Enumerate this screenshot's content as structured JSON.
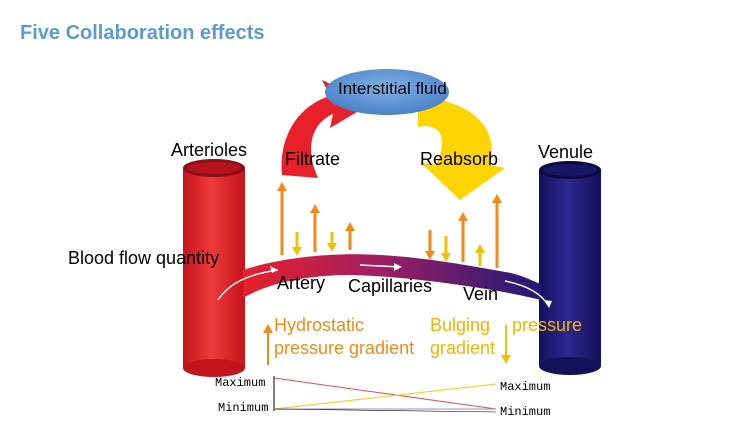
{
  "title": "Five Collaboration effects",
  "labels": {
    "interstitial_fluid": "Interstitial fluid",
    "arterioles": "Arterioles",
    "venule": "Venule",
    "filtrate": "Filtrate",
    "reabsorb": "Reabsorb",
    "blood_flow_quantity": "Blood flow quantity",
    "artery": "Artery",
    "capillaries": "Capillaries",
    "vein": "Vein",
    "hydrostatic_line1": "Hydrostatic",
    "hydrostatic_line2": "pressure gradient",
    "bulging_line1": "Bulging",
    "bulging_line2": "gradient",
    "pressure": "pressure"
  },
  "scale": {
    "left_max": "Maximum",
    "left_min": "Minimum",
    "right_max": "Maximum",
    "right_min": "Minimum"
  },
  "colors": {
    "title": "#5b9bd5",
    "artery_red": "#e8212b",
    "vein_blue": "#1e1a78",
    "filtrate_arrow": "#e8202a",
    "reabsorb_arrow": "#ffd400",
    "interstitial": "#5b93d3",
    "outward_arrow": "#f28a18",
    "inward_arrow": "#f2c200",
    "hydrostatic_line": "#e05050",
    "bulging_line": "#f5d23a"
  }
}
